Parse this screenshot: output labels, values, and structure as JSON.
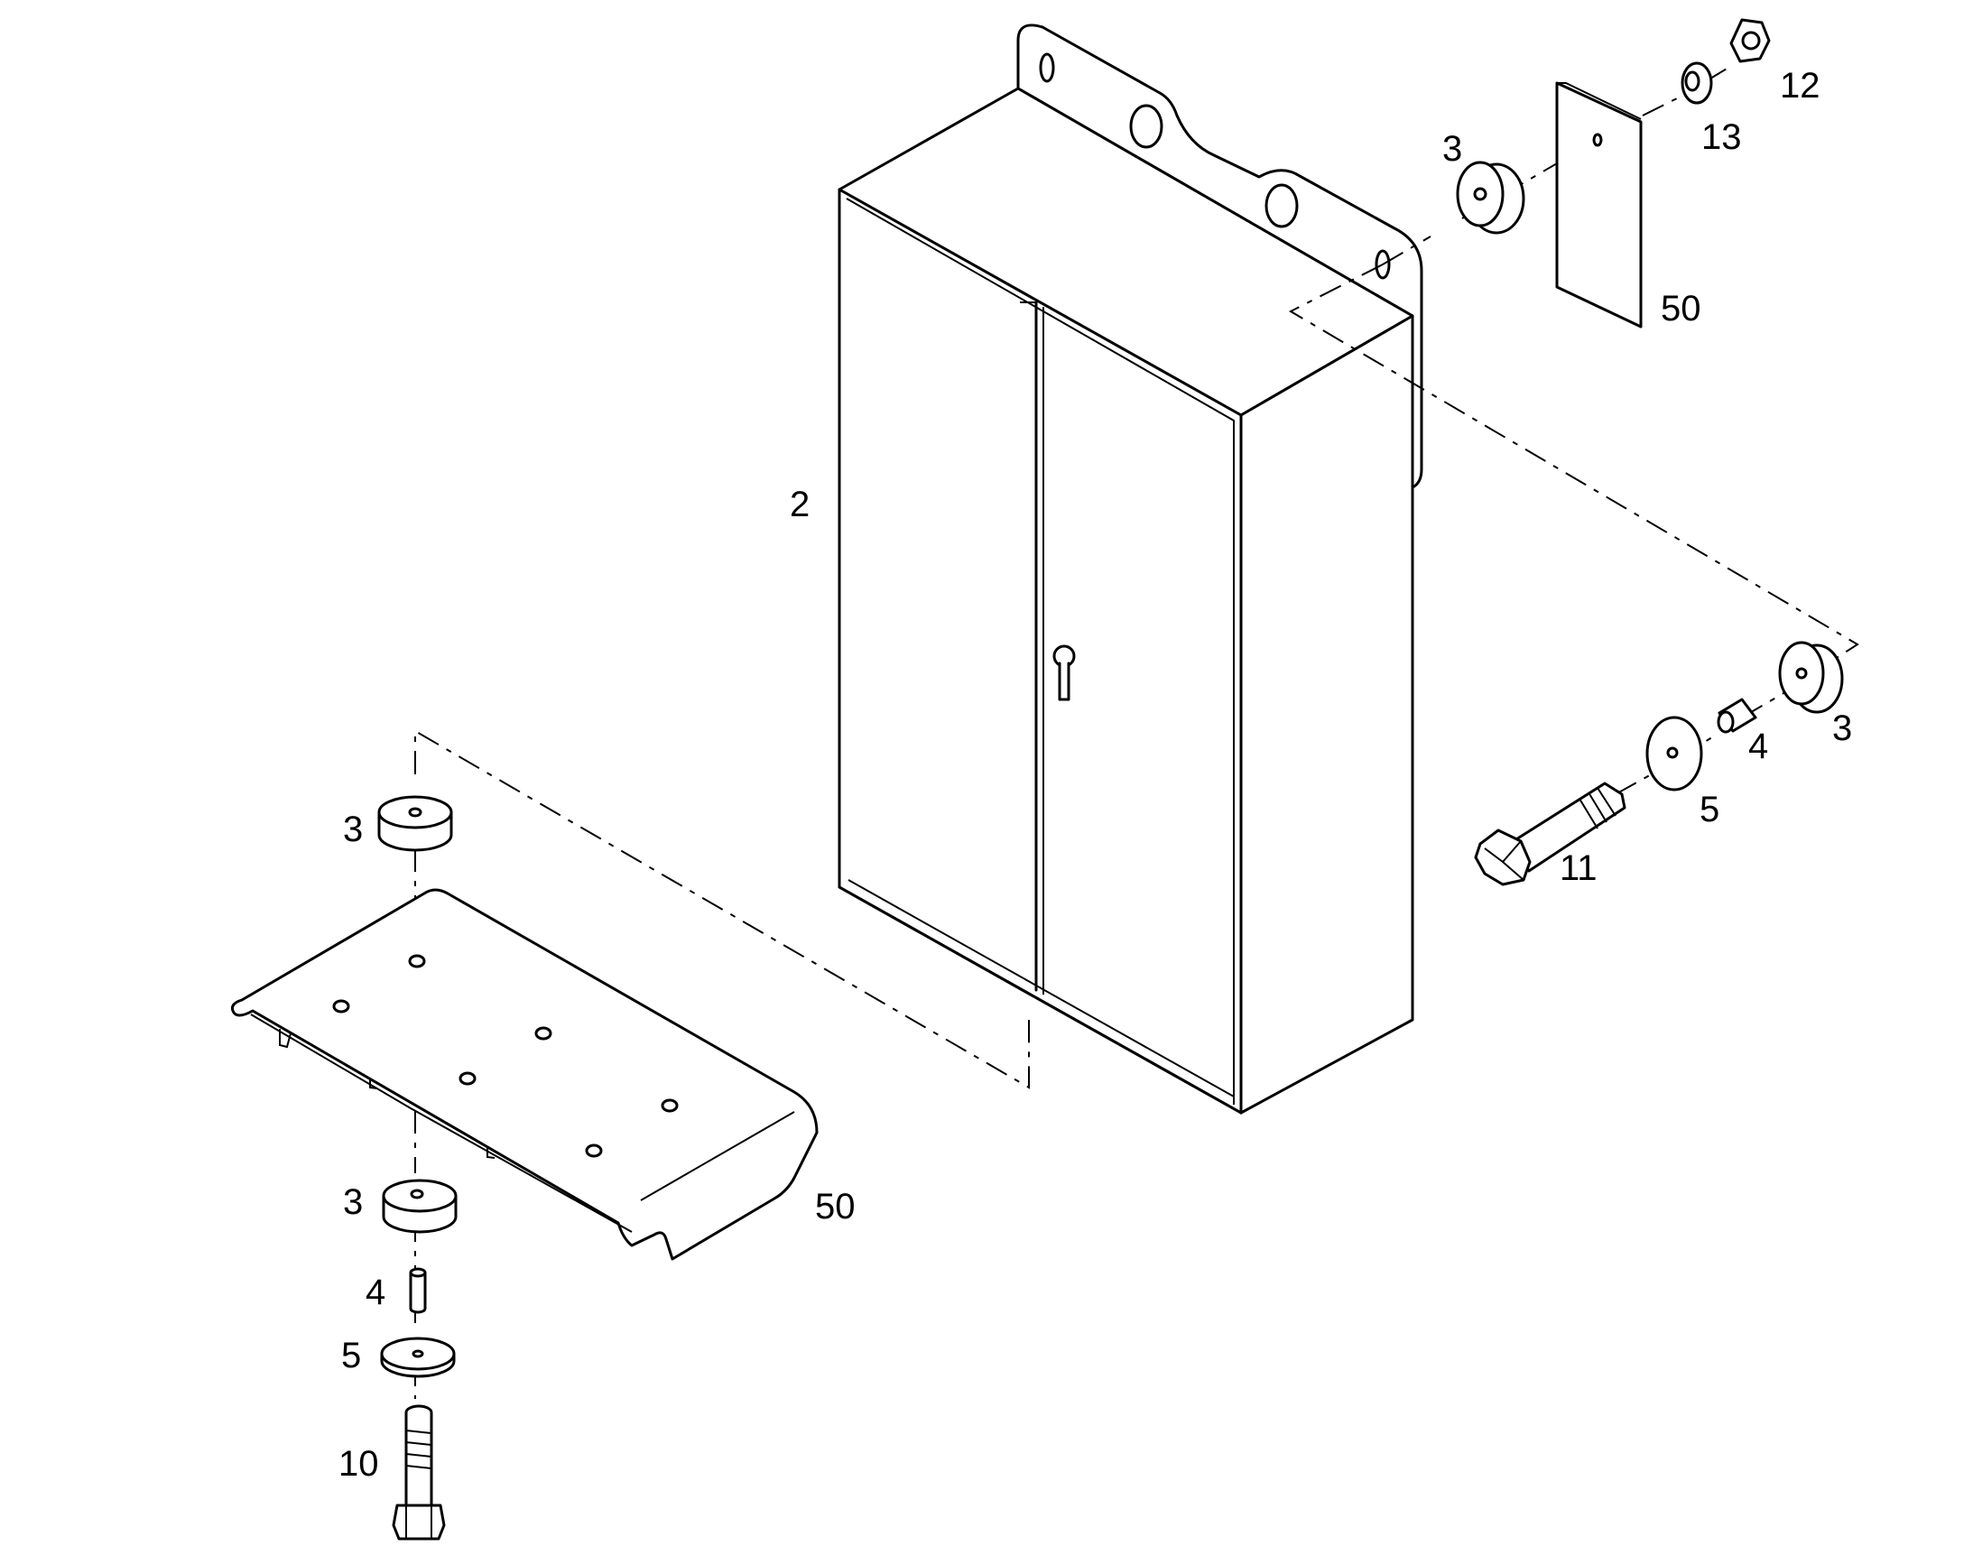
{
  "diagram": {
    "callouts": {
      "cabinet": "2",
      "mount_top_left": "3",
      "spacer_top_left": "13",
      "nut_top": "12",
      "bracket_top": "50",
      "mount_right": "3",
      "sleeve_right": "4",
      "washer_right": "5",
      "bolt_right": "11",
      "mount_left_upper": "3",
      "mount_left_lower": "3",
      "sleeve_left": "4",
      "washer_left": "5",
      "bolt_left": "10",
      "base_plate": "50"
    }
  }
}
